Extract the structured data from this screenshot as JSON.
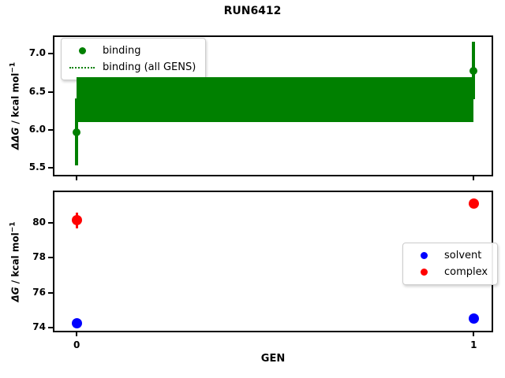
{
  "figure": {
    "title": "RUN6412",
    "background": "#ffffff",
    "colors": {
      "binding": "#008000",
      "solvent": "#0000ff",
      "complex": "#ff0000"
    }
  },
  "chart_data": [
    {
      "type": "scatter",
      "panel": "top",
      "ylabel": "ΔΔG / kcal mol⁻¹",
      "ylabel_sym": "ΔΔG",
      "ylabel_rest": " / kcal mol",
      "ylabel_sup": "−1",
      "xlabel": "",
      "x": [
        0,
        1
      ],
      "series": [
        {
          "name": "binding",
          "color": "#008000",
          "marker": "circle",
          "y": [
            5.97,
            6.78
          ],
          "yerr": [
            0.44,
            0.38
          ]
        },
        {
          "name": "binding (all GENS)",
          "color": "#008000",
          "style": "dotted-line-with-band",
          "mean": 6.4,
          "band": [
            6.1,
            6.69
          ]
        }
      ],
      "xlim": [
        -0.058,
        1.047
      ],
      "ylim": [
        5.4,
        7.23
      ],
      "yticks": [
        5.5,
        6.0,
        6.5,
        7.0
      ],
      "ytick_labels": [
        "5.5",
        "6.0",
        "6.5",
        "7.0"
      ],
      "xticks": [
        0,
        1
      ],
      "xtick_labels": [],
      "legend": {
        "position": "upper-left",
        "entries": [
          "binding",
          "binding (all GENS)"
        ]
      },
      "grid": false
    },
    {
      "type": "scatter",
      "panel": "bottom",
      "ylabel": "ΔG / kcal mol⁻¹",
      "ylabel_sym": "ΔG",
      "ylabel_rest": " / kcal mol",
      "ylabel_sup": "−1",
      "xlabel": "GEN",
      "x": [
        0,
        1
      ],
      "series": [
        {
          "name": "solvent",
          "color": "#0000ff",
          "marker": "circle",
          "y": [
            74.25,
            74.5
          ],
          "yerr": [
            0.05,
            0.05
          ]
        },
        {
          "name": "complex",
          "color": "#ff0000",
          "marker": "circle",
          "y": [
            80.15,
            81.1
          ],
          "yerr": [
            0.45,
            0.15
          ]
        }
      ],
      "xlim": [
        -0.058,
        1.047
      ],
      "ylim": [
        73.77,
        81.8
      ],
      "yticks": [
        74,
        76,
        78,
        80
      ],
      "ytick_labels": [
        "74",
        "76",
        "78",
        "80"
      ],
      "xticks": [
        0,
        1
      ],
      "xtick_labels": [
        "0",
        "1"
      ],
      "legend": {
        "position": "center-right",
        "entries": [
          "solvent",
          "complex"
        ]
      },
      "grid": false
    }
  ]
}
